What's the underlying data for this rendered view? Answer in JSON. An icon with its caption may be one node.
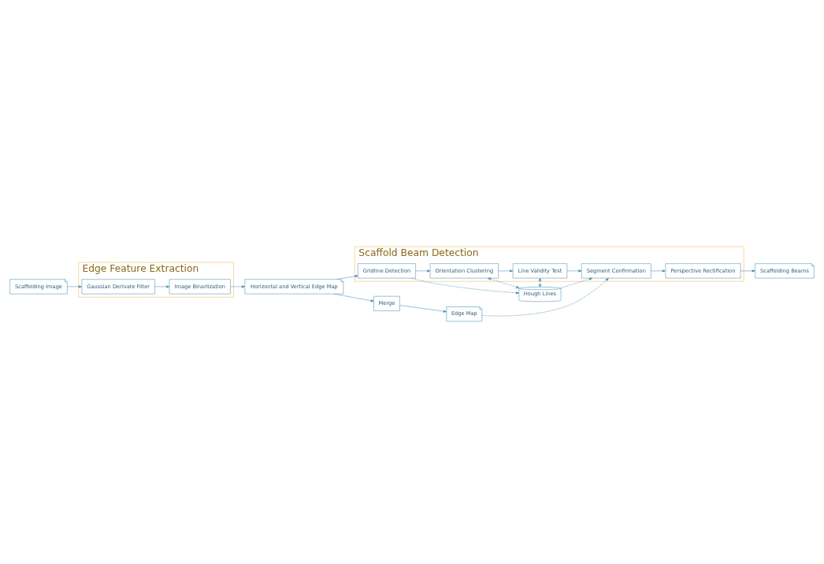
{
  "diagram": {
    "nodes": [
      {
        "text": [
          "Edge Feature Extraction"
        ]
      },
      {
        "text": [
          "Scaffolding Image"
        ]
      },
      {
        "text": [
          "Gaussian Derivate Filter"
        ],
        "in": 0
      },
      {
        "text": [
          "Image Binarlization"
        ],
        "in": 0
      },
      {
        "text": [
          "Horizontal and Vertical Edge Map"
        ]
      },
      {
        "text": [
          "Scaffold Beam Detection"
        ]
      },
      {
        "text": [
          "Gridline Detection"
        ],
        "in": 5
      },
      {
        "text": [
          "Hough Lines"
        ]
      },
      {
        "text": [
          "Orientation Clustering"
        ],
        "in": 5
      },
      {
        "text": [
          "Line Validity Test"
        ],
        "in": 5
      },
      {
        "text": [
          "Merge"
        ]
      },
      {
        "text": [
          "Segment Confirmation"
        ],
        "in": 5
      },
      {
        "text": [
          "Edge Map"
        ]
      },
      {
        "text": [
          "Perspective Rectification"
        ],
        "in": 5
      },
      {
        "text": [
          "Scaffolding Beams"
        ]
      }
    ],
    "edges": [
      {
        "from": 1,
        "to": 2,
        "arrow": "to"
      },
      {
        "from": 2,
        "to": 3,
        "arrow": "to"
      },
      {
        "from": 3,
        "to": 4,
        "arrow": "to"
      },
      {
        "from": 4,
        "to": 6,
        "arrow": "to"
      },
      {
        "from": 4,
        "to": 10,
        "arrow": "to"
      },
      {
        "from": 6,
        "to": 7,
        "arrow": "to",
        "style": "dashed"
      },
      {
        "from": 6,
        "to": 8,
        "arrow": "to"
      },
      {
        "from": 8,
        "to": 7,
        "arrow": "both",
        "style": "dashed"
      },
      {
        "from": 8,
        "to": 9,
        "arrow": "to"
      },
      {
        "from": 9,
        "to": 7,
        "arrow": "both",
        "style": "dashed"
      },
      {
        "from": 9,
        "to": 11,
        "arrow": "to"
      },
      {
        "from": 7,
        "to": 11,
        "arrow": "to",
        "style": "dashed"
      },
      {
        "from": 10,
        "to": 12,
        "arrow": "to"
      },
      {
        "from": 12,
        "to": 11,
        "arrow": "to",
        "style": "dashed"
      },
      {
        "from": 11,
        "to": 13,
        "arrow": "to"
      },
      {
        "from": 13,
        "to": 14,
        "arrow": "to"
      }
    ]
  }
}
